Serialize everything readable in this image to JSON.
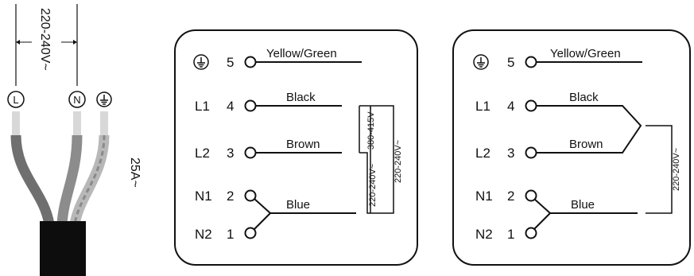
{
  "supply": {
    "voltage": "220-240V~",
    "current": "25A~",
    "terminals": [
      {
        "symbol": "L",
        "name": "line-terminal"
      },
      {
        "symbol": "N",
        "name": "neutral-terminal"
      },
      {
        "symbol": "earth",
        "name": "earth-terminal"
      }
    ],
    "cable_colors": {
      "line": "#6f6f6f",
      "neutral": "#8c8c8c",
      "earth": "#b8b8b8",
      "sheath": "#0d0d0d"
    }
  },
  "panel_left": {
    "rows": [
      {
        "code": "",
        "num": "5",
        "wire": "Yellow/Green"
      },
      {
        "code": "L1",
        "num": "4",
        "wire": "Black"
      },
      {
        "code": "L2",
        "num": "3",
        "wire": "Brown"
      },
      {
        "code": "N1",
        "num": "2",
        "wire": "Blue"
      },
      {
        "code": "N2",
        "num": "1",
        "wire": ""
      }
    ],
    "voltage_3phase": "380-415V~",
    "voltage_a": "220-240V~",
    "voltage_b": "220-240V~"
  },
  "panel_right": {
    "rows": [
      {
        "code": "",
        "num": "5",
        "wire": "Yellow/Green"
      },
      {
        "code": "L1",
        "num": "4",
        "wire": "Black"
      },
      {
        "code": "L2",
        "num": "3",
        "wire": "Brown"
      },
      {
        "code": "N1",
        "num": "2",
        "wire": "Blue"
      },
      {
        "code": "N2",
        "num": "1",
        "wire": ""
      }
    ],
    "voltage": "220-240V~"
  }
}
